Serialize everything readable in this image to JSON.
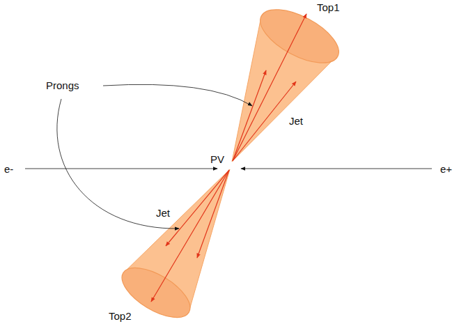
{
  "diagram": {
    "labels": [
      "Top1",
      "Prongs",
      "Jet",
      "e-",
      "PV",
      "e+",
      "Jet",
      "Top2"
    ]
  }
}
